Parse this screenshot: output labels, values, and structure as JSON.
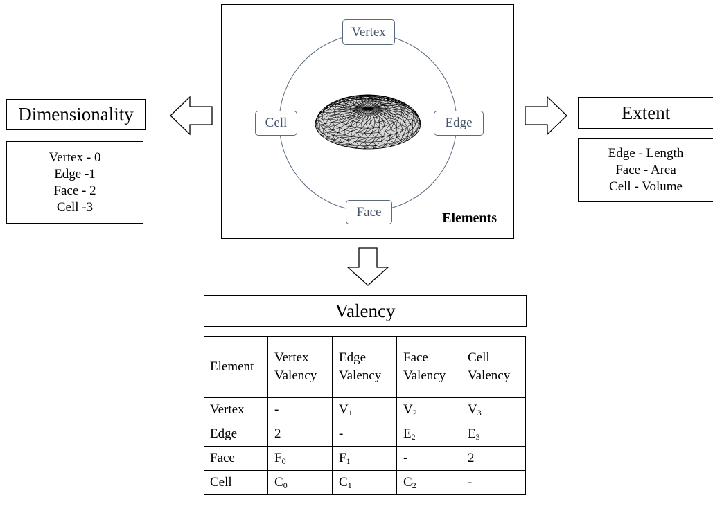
{
  "dimensionality": {
    "title": "Dimensionality",
    "items": [
      "Vertex - 0",
      "Edge -1",
      "Face - 2",
      "Cell -3"
    ]
  },
  "extent": {
    "title": "Extent",
    "items": [
      "Edge - Length",
      "Face - Area",
      "Cell - Volume"
    ]
  },
  "elements": {
    "label": "Elements",
    "nodes": {
      "vertex": "Vertex",
      "edge": "Edge",
      "face": "Face",
      "cell": "Cell"
    },
    "node_border_color": "#5a6a7e",
    "node_text_color": "#44546a"
  },
  "valency": {
    "title": "Valency",
    "header": [
      "Element",
      "Vertex Valency",
      "Edge Valency",
      "Face Valency",
      "Cell Valency"
    ],
    "rows": [
      [
        {
          "t": "Vertex"
        },
        {
          "t": "-"
        },
        {
          "t": "V",
          "s": "1"
        },
        {
          "t": "V",
          "s": "2"
        },
        {
          "t": "V",
          "s": "3"
        }
      ],
      [
        {
          "t": "Edge"
        },
        {
          "t": "2"
        },
        {
          "t": "-"
        },
        {
          "t": "E",
          "s": "2"
        },
        {
          "t": "E",
          "s": "3"
        }
      ],
      [
        {
          "t": "Face"
        },
        {
          "t": "F",
          "s": "0"
        },
        {
          "t": "F",
          "s": "1"
        },
        {
          "t": "-"
        },
        {
          "t": "2"
        }
      ],
      [
        {
          "t": "Cell"
        },
        {
          "t": "C",
          "s": "0"
        },
        {
          "t": "C",
          "s": "1"
        },
        {
          "t": "C",
          "s": "2"
        },
        {
          "t": "-"
        }
      ]
    ]
  }
}
